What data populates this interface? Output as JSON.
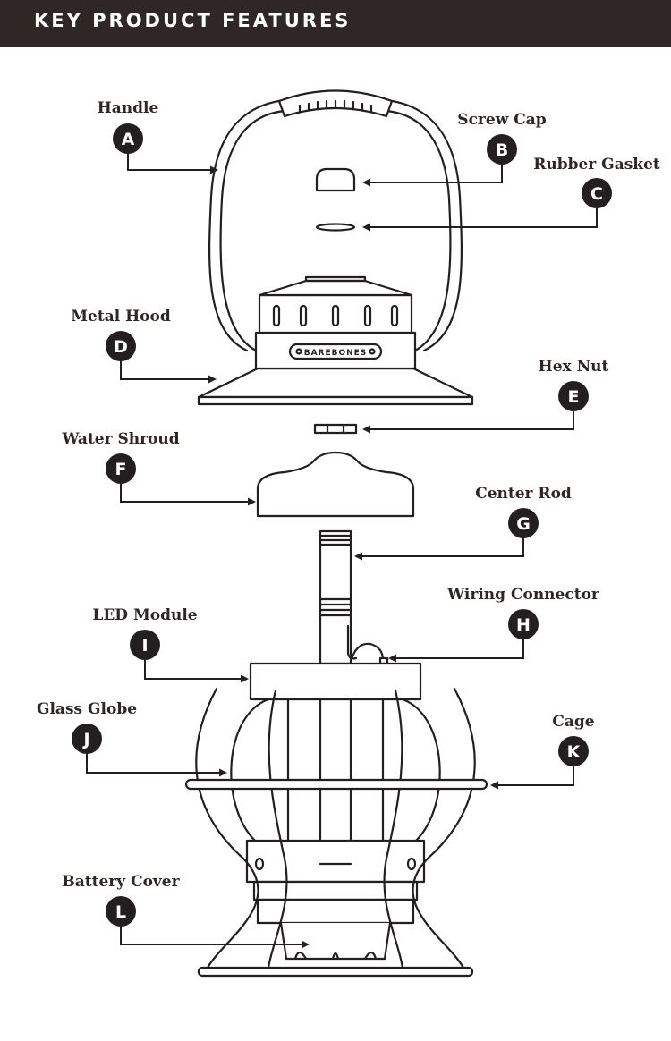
{
  "header": {
    "title": "KEY PRODUCT FEATURES"
  },
  "brand_text": "BAREBONES",
  "features": [
    {
      "letter": "A",
      "name": "Handle"
    },
    {
      "letter": "B",
      "name": "Screw Cap"
    },
    {
      "letter": "C",
      "name": "Rubber Gasket"
    },
    {
      "letter": "D",
      "name": "Metal Hood"
    },
    {
      "letter": "E",
      "name": "Hex Nut"
    },
    {
      "letter": "F",
      "name": "Water Shroud"
    },
    {
      "letter": "G",
      "name": "Center Rod"
    },
    {
      "letter": "H",
      "name": "Wiring Connector"
    },
    {
      "letter": "I",
      "name": "LED Module"
    },
    {
      "letter": "J",
      "name": "Glass Globe"
    },
    {
      "letter": "K",
      "name": "Cage"
    },
    {
      "letter": "L",
      "name": "Battery Cover"
    }
  ],
  "colors": {
    "header_bg": "#2f2726",
    "ink": "#231f20",
    "background": "#ffffff"
  }
}
